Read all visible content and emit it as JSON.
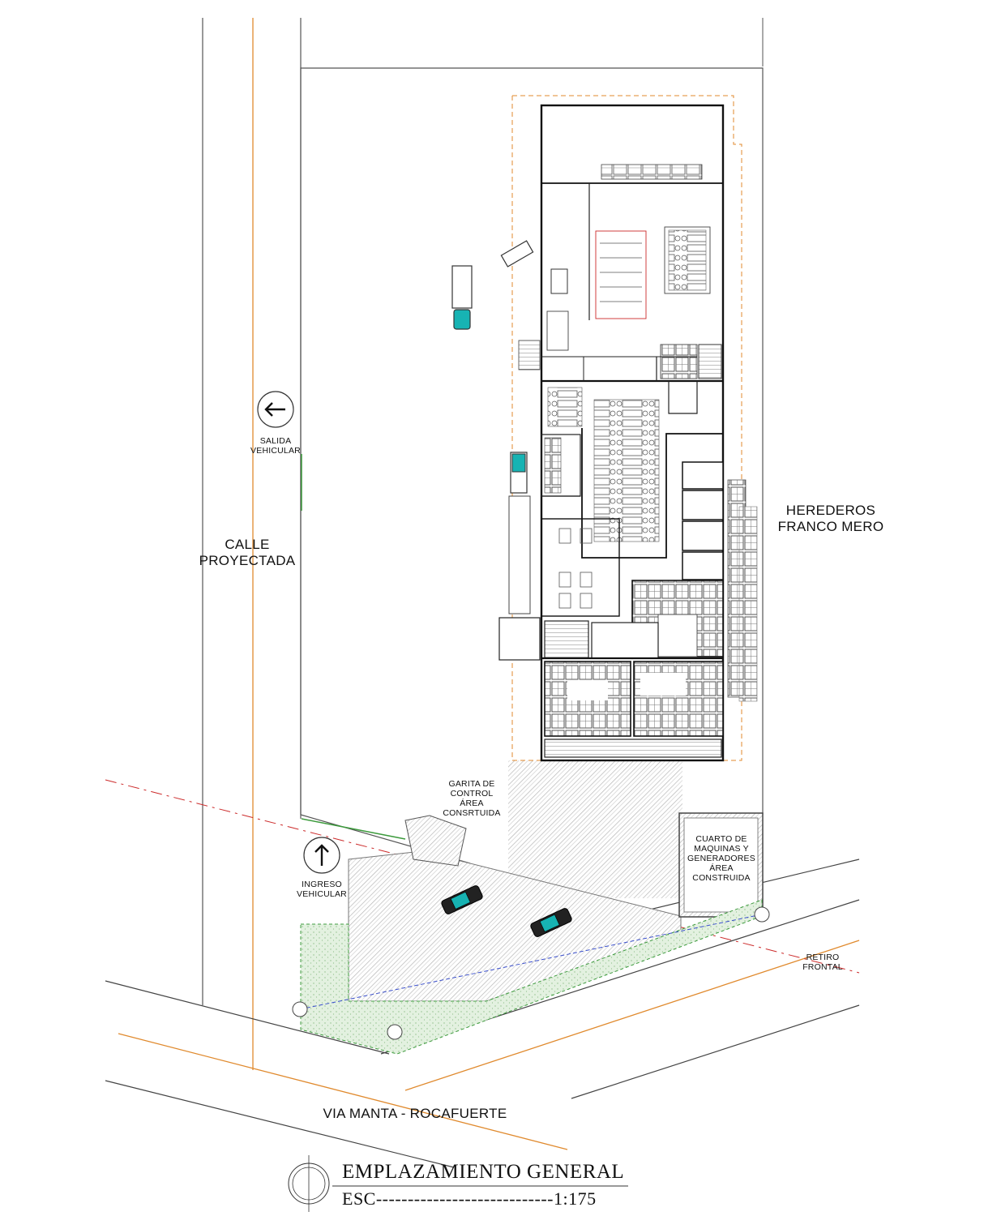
{
  "labels": {
    "salida_vehicular": "SALIDA\nVEHICULAR",
    "calle": "CALLE\nPROYECTADA",
    "herederos": "HEREDEROS\nFRANCO MERO",
    "garita": "GARITA DE\nCONTROL\nÁREA\nCONSRTUIDA",
    "cuarto": "CUARTO DE\nMAQUINAS Y\nGENERADORES\nÁREA\nCONSTRUIDA",
    "ingreso_vehicular": "INGRESO\nVEHICULAR",
    "retiro_frontal": "RETIRO\nFRONTAL",
    "via": "VIA MANTA - ROCAFUERTE"
  },
  "title": {
    "main": "EMPLAZAMIENTO GENERAL",
    "scale": "ESC----------------------------1:175"
  },
  "colors": {
    "line": "#3a3a3a",
    "wall": "#111111",
    "axis_orange": "#e08a2e",
    "setback_red": "#cc2b2b",
    "green_area": "#dcefd9",
    "green_edge": "#3c9a3c",
    "paving": "#c8c8c8",
    "car_teal": "#17b3b3",
    "circulation_blue": "#3a4fcc"
  },
  "icons": {
    "exit_arrow": "arrow-left-icon",
    "entry_arrow": "arrow-up-icon",
    "north_symbol": "north-circle-icon"
  }
}
